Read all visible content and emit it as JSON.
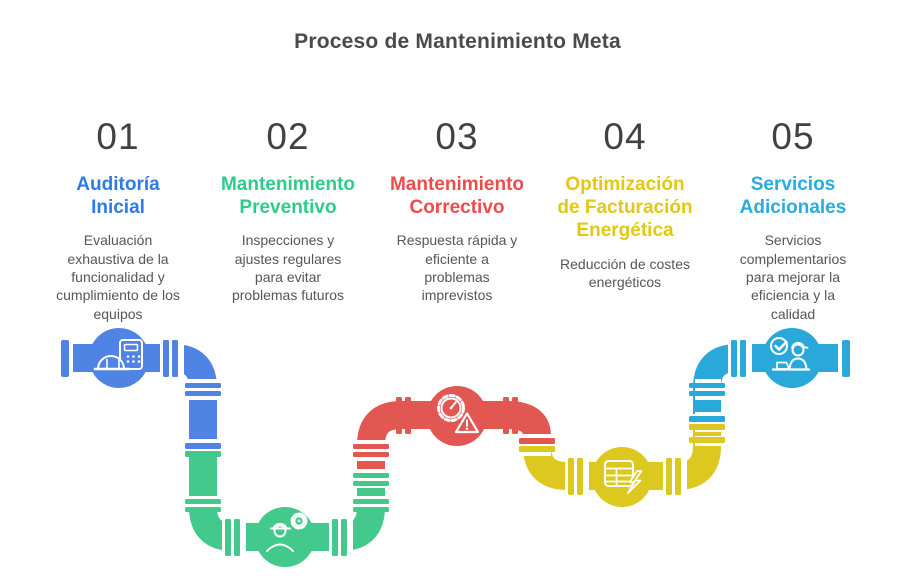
{
  "title": "Proceso de Mantenimiento Meta",
  "steps": [
    {
      "number": "01",
      "heading": "Auditoría\nInicial",
      "description": "Evaluación\nexhaustiva de la\nfuncionalidad y\ncumplimiento de los\nequipos",
      "accent": "#2d7be6",
      "pipe": "#4f83e4",
      "icon": "helmet-calculator-icon"
    },
    {
      "number": "02",
      "heading": "Mantenimiento\nPreventivo",
      "description": "Inspecciones y\najustes regulares\npara evitar\nproblemas futuros",
      "accent": "#2fcb8a",
      "pipe": "#43c98c",
      "icon": "worker-gear-icon"
    },
    {
      "number": "03",
      "heading": "Mantenimiento\nCorrectivo",
      "description": "Respuesta rápida y\neficiente a\nproblemas\nimprevistos",
      "accent": "#ee4c4c",
      "pipe": "#e25752",
      "icon": "gauge-gear-warning-icon"
    },
    {
      "number": "04",
      "heading": "Optimización\nde Facturación\nEnergética",
      "description": "Reducción de costes\nenergéticos",
      "accent": "#e3c813",
      "pipe": "#ddc81f",
      "icon": "invoice-lightning-icon"
    },
    {
      "number": "05",
      "heading": "Servicios\nAdicionales",
      "description": "Servicios\ncomplementarios\npara mejorar la\neficiencia y la\ncalidad",
      "accent": "#2aabe1",
      "pipe": "#29a8d9",
      "icon": "agent-checkmark-icon"
    }
  ]
}
